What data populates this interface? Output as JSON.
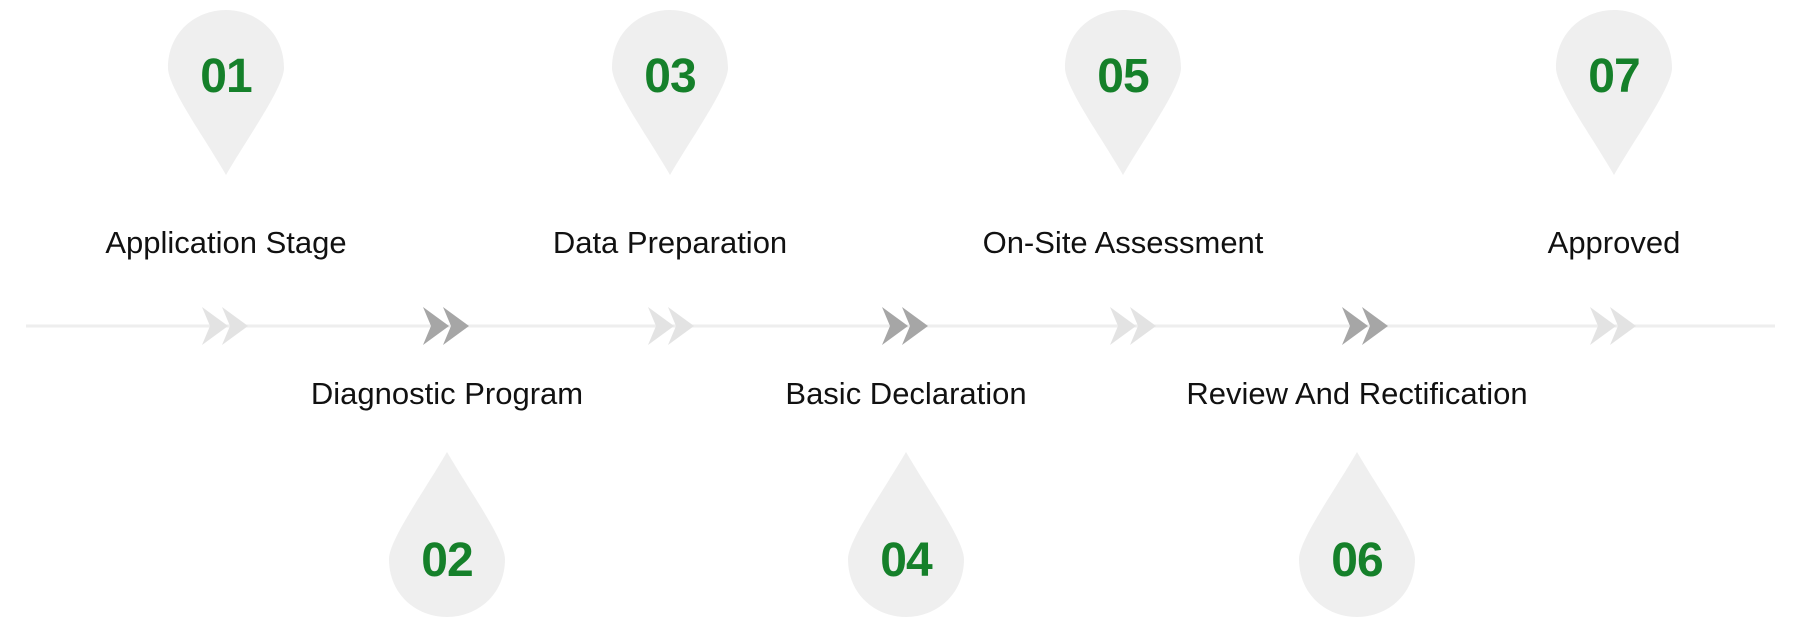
{
  "timeline": {
    "colors": {
      "line": "#eeeeee",
      "pin": "#efefef",
      "number": "#15802a",
      "label": "#111111",
      "chevron_light": "#e3e3e3",
      "chevron_dark": "#a6a6a6"
    },
    "steps": [
      {
        "number": "01",
        "label": "Application Stage",
        "pin": "above"
      },
      {
        "number": "02",
        "label": "Diagnostic Program",
        "pin": "below"
      },
      {
        "number": "03",
        "label": "Data Preparation",
        "pin": "above"
      },
      {
        "number": "04",
        "label": "Basic Declaration",
        "pin": "below"
      },
      {
        "number": "05",
        "label": "On-Site Assessment",
        "pin": "above"
      },
      {
        "number": "06",
        "label": "Review And Rectification",
        "pin": "below"
      },
      {
        "number": "07",
        "label": "Approved",
        "pin": "above"
      }
    ],
    "chevrons": [
      "light",
      "dark",
      "light",
      "dark",
      "light",
      "dark",
      "light"
    ]
  }
}
